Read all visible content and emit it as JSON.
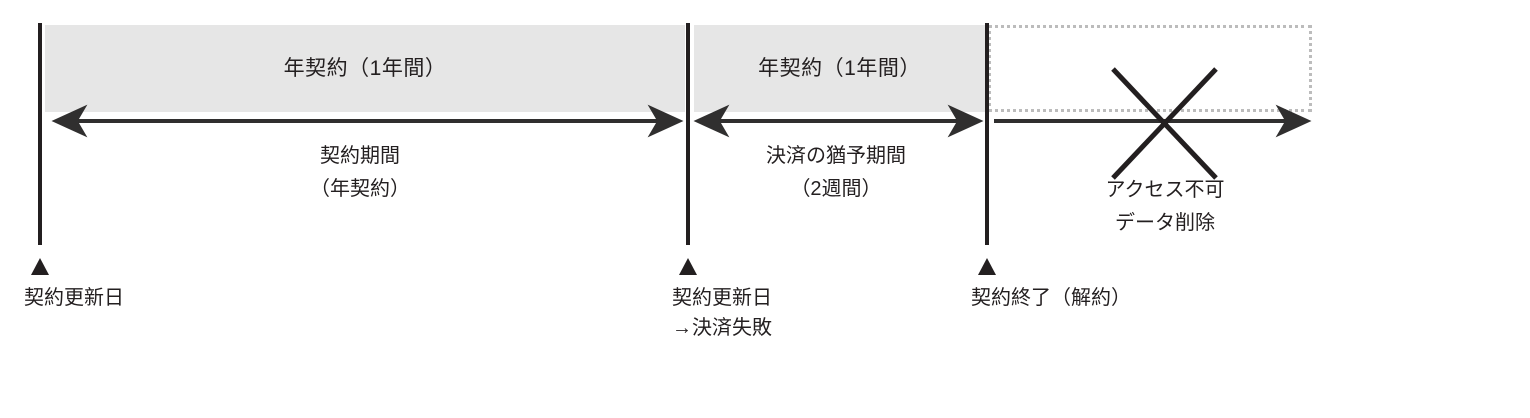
{
  "diagram": {
    "title": "annual-contract-lifecycle-timeline",
    "colors": {
      "ink": "#231f20",
      "band_fill": "#e6e6e6",
      "dotted_border": "#bcbcbc",
      "background": "#ffffff"
    },
    "bands": [
      {
        "id": "band-contract-year-1",
        "label": "年契約（1年間）",
        "style": "filled"
      },
      {
        "id": "band-contract-year-2",
        "label": "年契約（1年間）",
        "style": "filled"
      },
      {
        "id": "band-after-termination",
        "label": "",
        "style": "dotted"
      }
    ],
    "spans": [
      {
        "id": "span-contract-period",
        "arrow": "double",
        "lines": [
          "契約期間",
          "（年契約）"
        ]
      },
      {
        "id": "span-payment-grace",
        "arrow": "double",
        "lines": [
          "決済の猶予期間",
          "（2週間）"
        ]
      },
      {
        "id": "span-no-access",
        "arrow": "single-right",
        "lines": [
          "アクセス不可",
          "データ削除"
        ],
        "marker": "cross-out"
      }
    ],
    "milestones": [
      {
        "id": "milestone-renewal-1",
        "marker": "triangle-up",
        "lines": [
          "契約更新日"
        ]
      },
      {
        "id": "milestone-renewal-2-payment-failed",
        "marker": "triangle-up",
        "lines": [
          "契約更新日",
          "→決済失敗"
        ]
      },
      {
        "id": "milestone-contract-end",
        "marker": "triangle-up",
        "lines": [
          "契約終了（解約）"
        ]
      }
    ]
  }
}
